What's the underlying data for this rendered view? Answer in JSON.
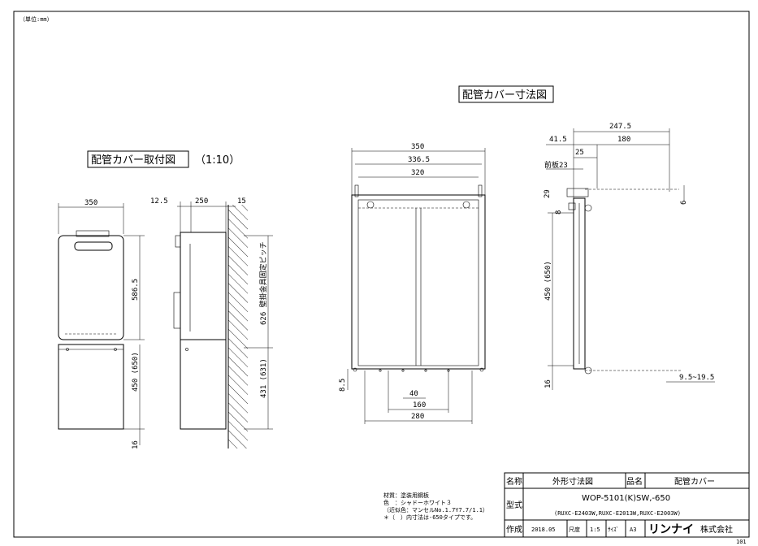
{
  "sheet": {
    "unit_note": "（単位:mm）",
    "page_number": "101"
  },
  "left_view": {
    "title": "配管カバー取付図",
    "scale": "（1:10）",
    "dims": {
      "front_width": "350",
      "unit_height": "586.5",
      "cover_height": "450 (650)",
      "bottom_gap": "16",
      "side_gap": "12.5",
      "side_depth": "250",
      "wall_gap": "15",
      "pitch_label": "626 壁掛金具固定ピッチ",
      "lower_height": "431 (631)"
    }
  },
  "right_view": {
    "title": "配管カバー寸法図",
    "front_dims": {
      "outer": "350",
      "mid": "336.5",
      "inner": "320",
      "bottom": "8.5",
      "hole_pitch": "40",
      "hole_span": "160",
      "bottom_width": "280"
    },
    "side_dims": {
      "overall": "247.5",
      "offset": "41.5",
      "depth": "180",
      "flange": "25",
      "front_plate": "前板23",
      "top_29": "29",
      "top_8": "8",
      "right_6": "6",
      "height": "450 (650)",
      "bottom": "16",
      "range": "9.5~19.5"
    }
  },
  "notes": {
    "line1": "材質：塗装用鋼板",
    "line2": "色　：シャドーホワイト３",
    "line3": "（近似色：マンセルNo.1.7Y7.7/1.1）",
    "line4": "＊（　）内寸法は-650タイプです。"
  },
  "title_block": {
    "name_label": "名称",
    "name_value": "外形寸法図",
    "product_label": "品名",
    "product_value": "配管カバー",
    "model_label": "型式",
    "model_value": "WOP-5101(K)SW,-650",
    "model_sub": "(RUXC-E2403W,RUXC-E2013W,RUXC-E2003W)",
    "made_label": "作成",
    "made_value": "2018.05",
    "scale_label": "尺度",
    "scale_value": "1:5",
    "size_label": "ｻｲｽﾞ",
    "size_value": "A3",
    "brand": "リンナイ",
    "company": "株式会社"
  }
}
